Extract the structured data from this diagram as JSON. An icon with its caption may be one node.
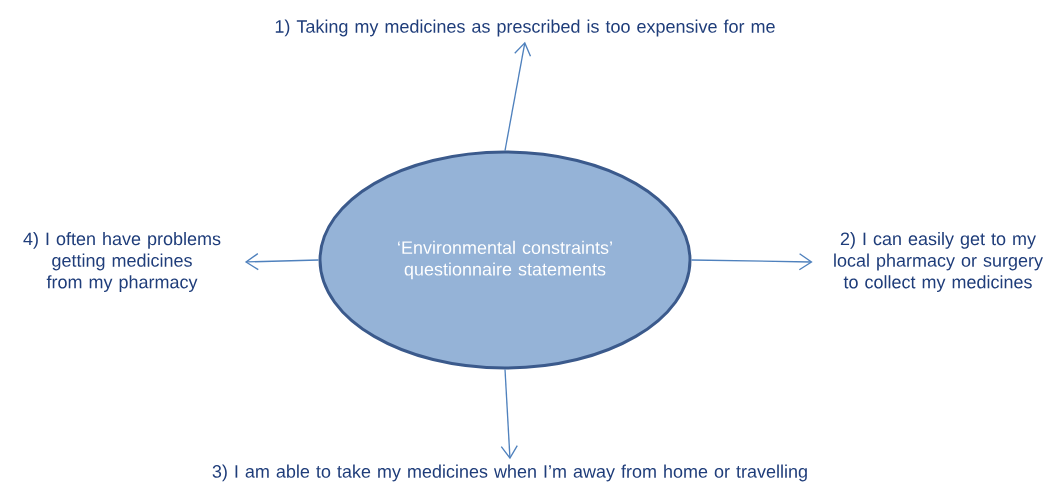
{
  "diagram": {
    "nodes": [
      {
        "text": [
          "1) Taking my medicines as prescribed is too expensive for me"
        ]
      },
      {
        "text": [
          "4) I often have problems getting medicines from my pharmacy"
        ]
      },
      {
        "text": [
          "‘Environmental constraints’ questionnaire statements"
        ]
      },
      {
        "text": [
          "2) I can easily get to my local pharmacy or surgery to collect my medicines"
        ]
      },
      {
        "text": [
          "3) I am able to take my medicines when I’m away from home or travelling"
        ]
      }
    ],
    "edges": [
      {
        "from": 2,
        "to": 0,
        "arrow": "to"
      },
      {
        "from": 2,
        "to": 3,
        "arrow": "to"
      },
      {
        "from": 2,
        "to": 4,
        "arrow": "to"
      },
      {
        "from": 2,
        "to": 1,
        "arrow": "to"
      }
    ]
  }
}
